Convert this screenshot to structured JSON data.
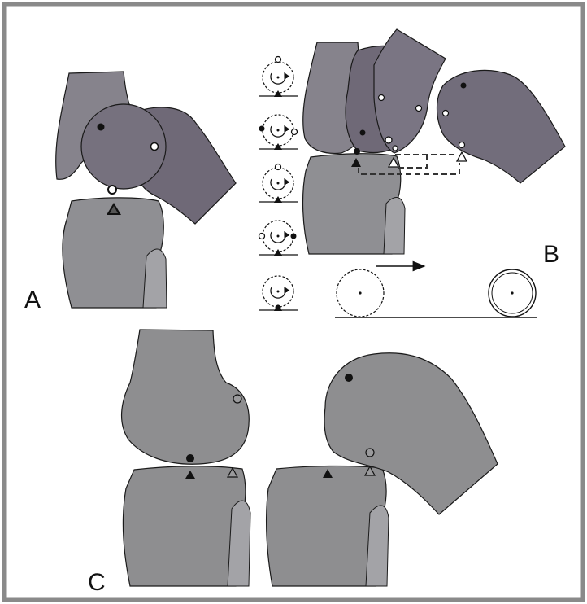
{
  "figure": {
    "panels": [
      {
        "label": "A"
      },
      {
        "label": "B"
      },
      {
        "label": "C"
      }
    ],
    "colors": {
      "border": "#8a8a8a",
      "tibia": "#8f8f93",
      "tibia_light": "#a3a3a7",
      "femur_dark": "#6f6977",
      "femur_light": "#8a8690",
      "femur_c": "#8e8e90",
      "outline": "#1a1a1a"
    },
    "icons": [
      "filled-dot-icon",
      "hollow-dot-icon",
      "filled-triangle-icon",
      "hollow-triangle-icon",
      "rotation-arrow-icon",
      "direction-arrow-icon"
    ]
  }
}
